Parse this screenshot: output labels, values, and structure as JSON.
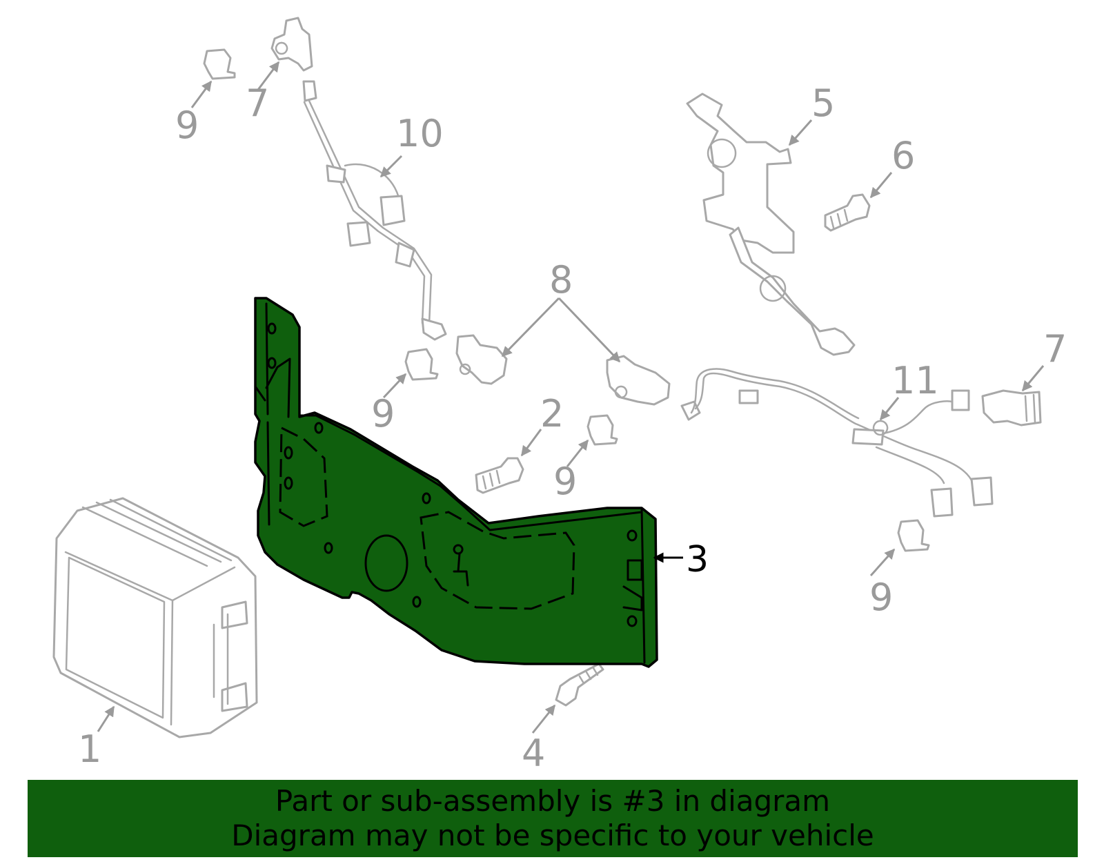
{
  "diagram": {
    "callouts": {
      "part_1": "1",
      "part_2": "2",
      "part_3": "3",
      "part_4": "4",
      "part_5": "5",
      "part_6": "6",
      "part_7": "7",
      "part_8": "8",
      "part_9": "9",
      "part_10": "10",
      "part_11": "11"
    },
    "highlight_part": "3"
  },
  "banner": {
    "line1": "Part or sub-assembly is #3 in diagram",
    "line2": "Diagram may not be specific to your vehicle"
  },
  "colors": {
    "highlight": "#0f5f0d",
    "outline": "#a8a8a8",
    "callout_text": "#9a9a9a",
    "banner_bg": "#0f5f0d",
    "banner_text": "#000000"
  }
}
